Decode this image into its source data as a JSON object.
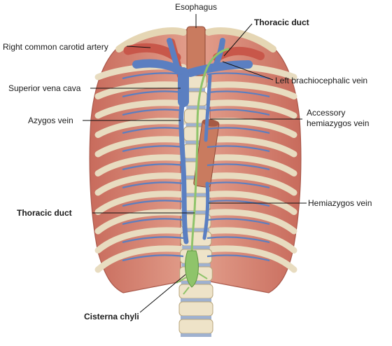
{
  "labels": {
    "esophagus": "Esophagus",
    "thoracic_duct_top": "Thoracic duct",
    "right_common_carotid": "Right common carotid artery",
    "left_brachiocephalic": "Left brachiocephalic vein",
    "superior_vena_cava": "Superior vena cava",
    "azygos": "Azygos vein",
    "accessory_hemiazygos_1": "Accessory",
    "accessory_hemiazygos_2": "hemiazygos vein",
    "thoracic_duct_left": "Thoracic duct",
    "hemiazygos": "Hemiazygos vein",
    "cisterna_chyli": "Cisterna chyli"
  },
  "colors": {
    "muscle": "#d98a78",
    "muscle_dark": "#b5584a",
    "rib": "#e8dcc0",
    "bone_shade": "#c9b892",
    "vein": "#5b7fc1",
    "artery": "#c8574a",
    "duct": "#8fc46a",
    "esophagus": "#c97b5f"
  }
}
